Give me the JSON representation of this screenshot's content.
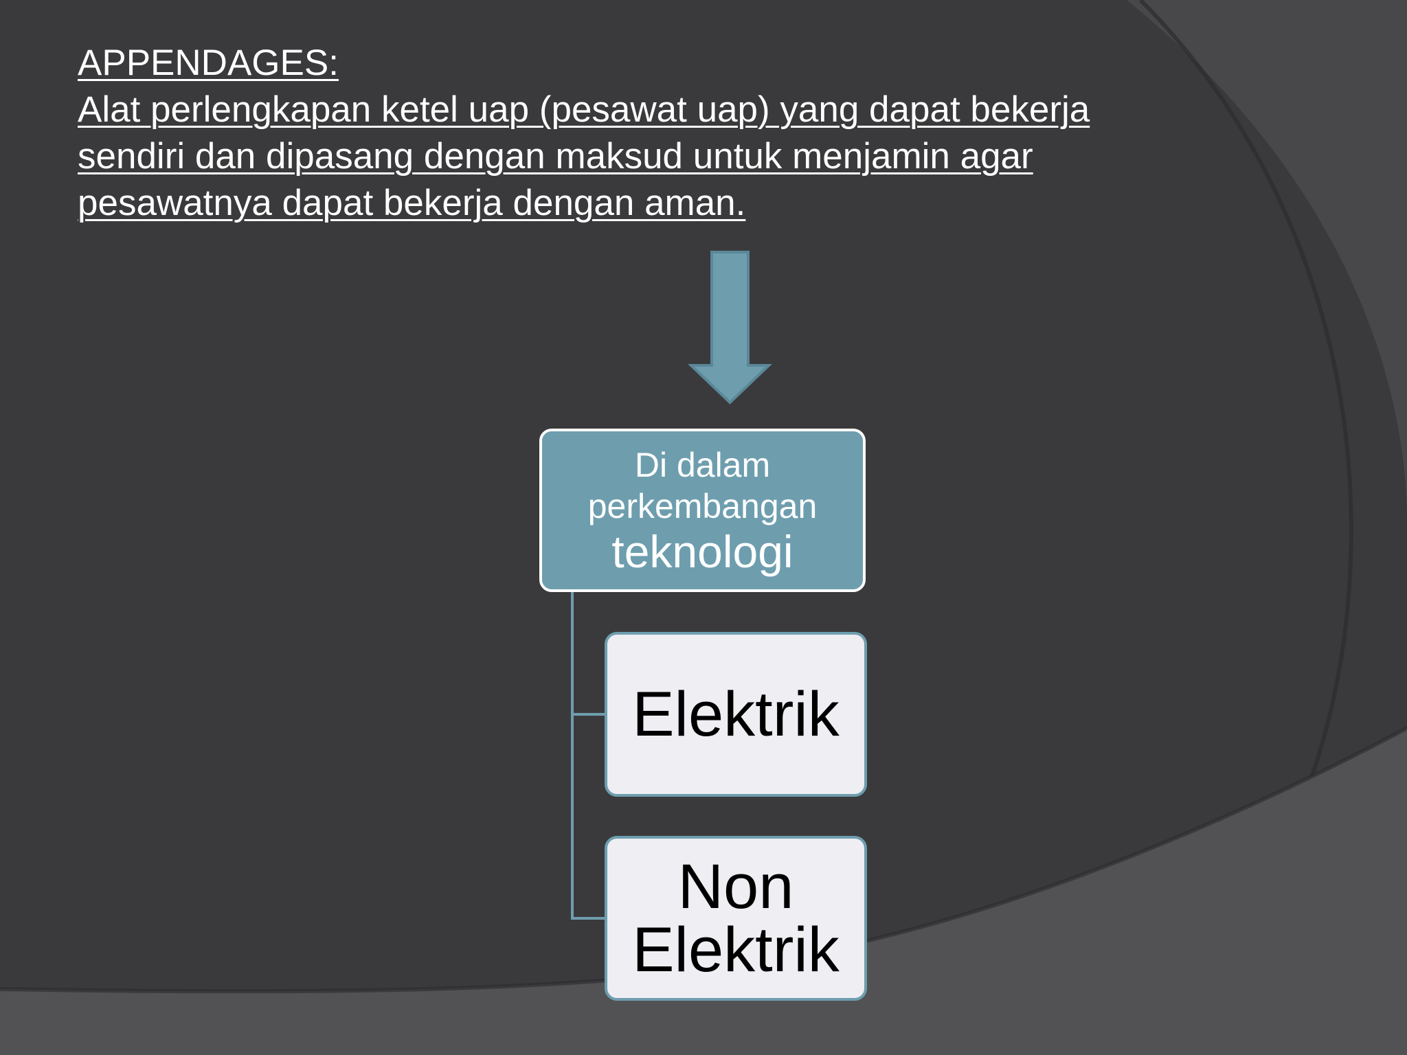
{
  "slide": {
    "heading_lines": [
      "APPENDAGES:",
      "Alat perlengkapan ketel uap (pesawat uap) yang dapat bekerja",
      "sendiri dan dipasang dengan maksud untuk menjamin agar",
      "pesawatnya dapat bekerja dengan aman."
    ]
  },
  "diagram": {
    "arrow_icon": "down-arrow-icon",
    "parent": {
      "line1": "Di dalam",
      "line2": "perkembangan",
      "line3": "teknologi"
    },
    "children": [
      {
        "lines": [
          "Elektrik"
        ]
      },
      {
        "lines": [
          "Non",
          "Elektrik"
        ]
      }
    ]
  },
  "colors": {
    "background": "#3a3a3c",
    "accent": "#6e9eae",
    "box_fill": "#eeeef3",
    "text_light": "#ffffff",
    "text_dark": "#000000"
  }
}
